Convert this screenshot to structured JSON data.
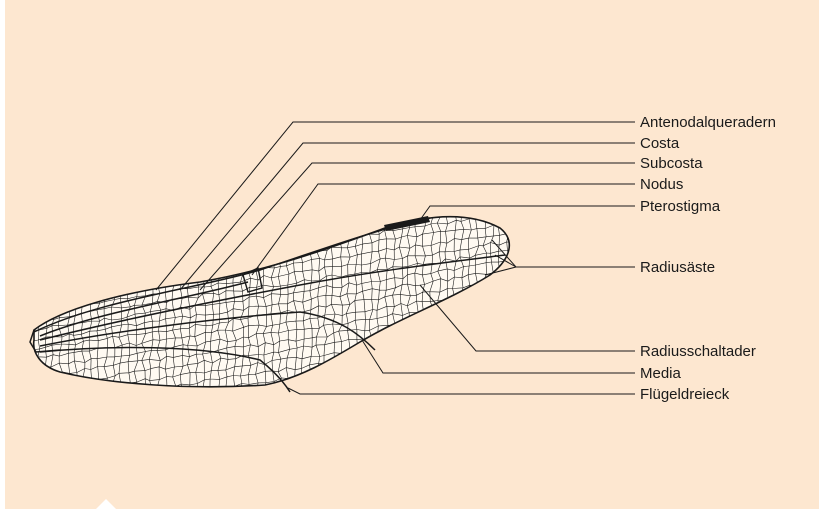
{
  "diagram": {
    "background_color": "#fde7d0",
    "line_color": "#1a1a1a",
    "labels": [
      {
        "key": "antenodal",
        "text": "Antenodalqueradern"
      },
      {
        "key": "costa",
        "text": "Costa"
      },
      {
        "key": "subcosta",
        "text": "Subcosta"
      },
      {
        "key": "nodus",
        "text": "Nodus"
      },
      {
        "key": "pterostigma",
        "text": "Pterostigma"
      },
      {
        "key": "radius",
        "text": "Radiusäste"
      },
      {
        "key": "radiusschalt",
        "text": "Radiusschaltader"
      },
      {
        "key": "media",
        "text": "Media"
      },
      {
        "key": "triangle",
        "text": "Flügeldreieck"
      }
    ]
  }
}
